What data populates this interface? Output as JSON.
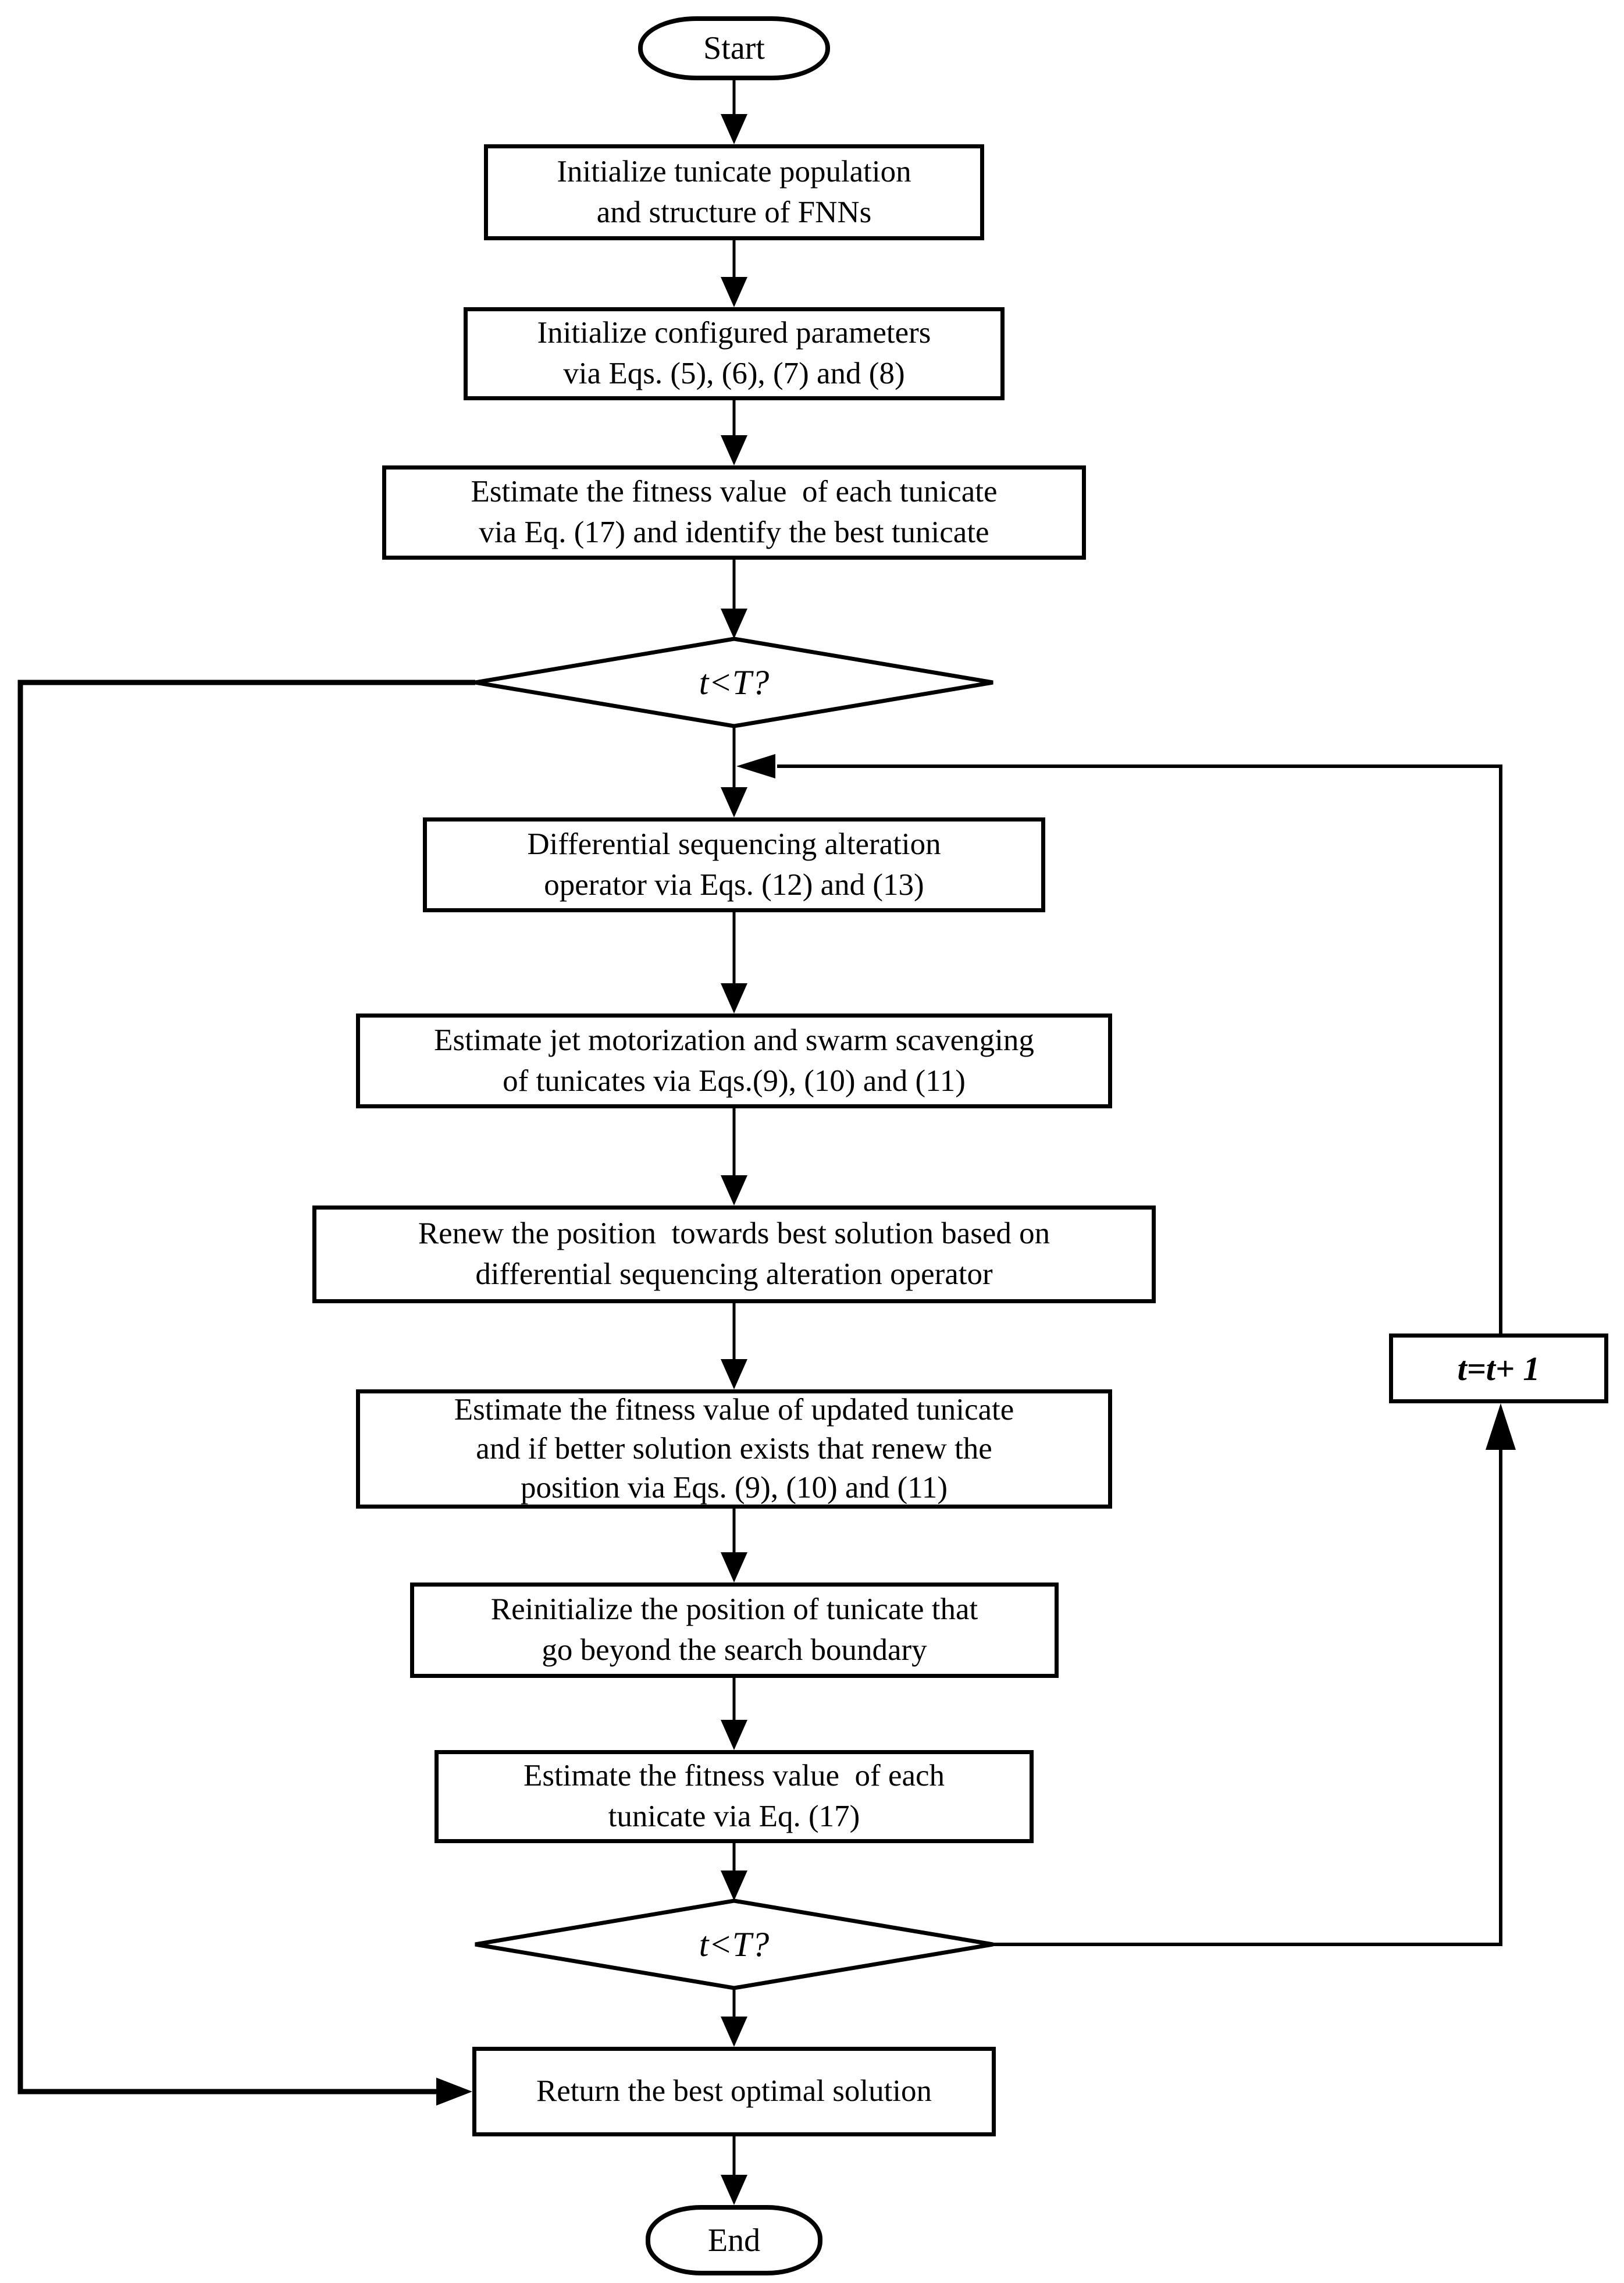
{
  "figure": {
    "type": "flowchart",
    "background_color": "#ffffff",
    "line_color": "#000000"
  },
  "nodes": {
    "start": {
      "shape": "terminator",
      "label": "Start"
    },
    "init_population": {
      "shape": "process",
      "label": "Initialize tunicate population\nand structure of FNNs"
    },
    "init_parameters": {
      "shape": "process",
      "label": "Initialize configured parameters\nvia Eqs. (5), (6), (7) and (8)"
    },
    "estimate_fitness_best": {
      "shape": "process",
      "label": "Estimate the fitness value  of each tunicate\nvia Eq. (17) and identify the best tunicate"
    },
    "decision_outer": {
      "shape": "decision",
      "label": "t<T?"
    },
    "diff_seq_operator": {
      "shape": "process",
      "label": "Differential sequencing alteration\noperator via Eqs. (12) and (13)"
    },
    "jet_motorization": {
      "shape": "process",
      "label": "Estimate jet motorization and swarm scavenging\nof tunicates via Eqs.(9), (10) and (11)"
    },
    "renew_position": {
      "shape": "process",
      "label": "Renew the position  towards best solution based on\ndifferential sequencing alteration operator"
    },
    "estimate_updated": {
      "shape": "process",
      "label": "Estimate the fitness value of updated tunicate\nand if better solution exists that renew the\nposition via Eqs. (9), (10) and (11)"
    },
    "reinitialize": {
      "shape": "process",
      "label": "Reinitialize the position of tunicate that\ngo beyond the search boundary"
    },
    "estimate_each": {
      "shape": "process",
      "label": "Estimate the fitness value  of each\ntunicate via Eq. (17)"
    },
    "decision_inner": {
      "shape": "decision",
      "label": "t<T?"
    },
    "increment_counter": {
      "shape": "process",
      "label": "t=t+ 1"
    },
    "return_best": {
      "shape": "process",
      "label": "Return the best optimal solution"
    },
    "end": {
      "shape": "terminator",
      "label": "End"
    }
  },
  "edges": [
    {
      "from": "start",
      "to": "init_population"
    },
    {
      "from": "init_population",
      "to": "init_parameters"
    },
    {
      "from": "init_parameters",
      "to": "estimate_fitness_best"
    },
    {
      "from": "estimate_fitness_best",
      "to": "decision_outer"
    },
    {
      "from": "decision_outer",
      "to": "diff_seq_operator"
    },
    {
      "from": "decision_outer",
      "to": "return_best"
    },
    {
      "from": "diff_seq_operator",
      "to": "jet_motorization"
    },
    {
      "from": "jet_motorization",
      "to": "renew_position"
    },
    {
      "from": "renew_position",
      "to": "estimate_updated"
    },
    {
      "from": "estimate_updated",
      "to": "reinitialize"
    },
    {
      "from": "reinitialize",
      "to": "estimate_each"
    },
    {
      "from": "estimate_each",
      "to": "decision_inner"
    },
    {
      "from": "decision_inner",
      "to": "return_best"
    },
    {
      "from": "decision_inner",
      "to": "increment_counter"
    },
    {
      "from": "increment_counter",
      "to": "diff_seq_operator"
    },
    {
      "from": "return_best",
      "to": "end"
    }
  ]
}
